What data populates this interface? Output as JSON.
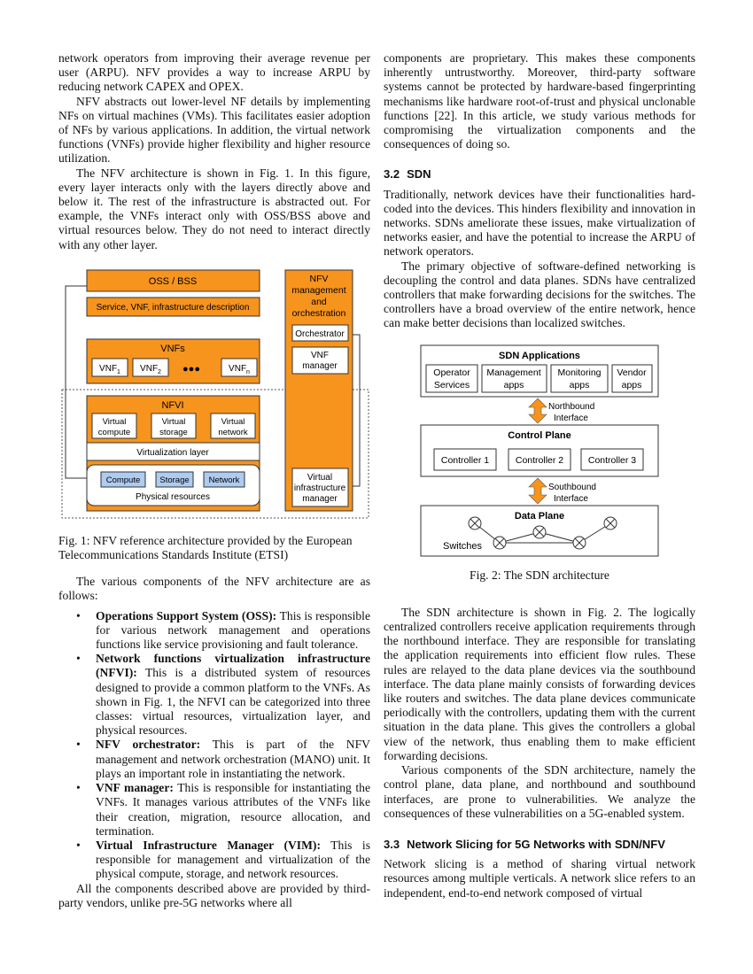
{
  "left": {
    "p1": "network operators from improving their average revenue per user (ARPU). NFV provides a way to increase ARPU by reducing network CAPEX and OPEX.",
    "p2": "NFV abstracts out lower-level NF details by implementing NFs on virtual machines (VMs). This facilitates easier adoption of NFs by various applications. In addition, the virtual network functions (VNFs) provide higher flexibility and higher resource utilization.",
    "p3": "The NFV architecture is shown in Fig. 1. In this figure, every layer interacts only with the layers directly above and below it. The rest of the infrastructure is abstracted out. For example, the VNFs interact only with OSS/BSS above and virtual resources below. They do not need to interact directly with any other layer.",
    "fig1_caption": "Fig. 1: NFV reference architecture provided by the European Telecommunications Standards Institute (ETSI)",
    "p4": "The various components of the NFV architecture are as follows:",
    "bullets": [
      {
        "term": "Operations Support System (OSS):",
        "text": " This is responsible for various network management and operations functions like service provisioning and fault tolerance."
      },
      {
        "term": "Network functions virtualization infrastructure (NFVI):",
        "text": " This is a distributed system of resources designed to provide a common platform to the VNFs. As shown in Fig. 1, the NFVI can be categorized into three classes: virtual resources, virtualization layer, and physical resources."
      },
      {
        "term": "NFV orchestrator:",
        "text": " This is part of the NFV management and network orchestration (MANO) unit. It plays an important role in instantiating the network."
      },
      {
        "term": "VNF manager:",
        "text": " This is responsible for instantiating the VNFs. It manages various attributes of the VNFs like their creation, migration, resource allocation, and termination."
      },
      {
        "term": "Virtual Infrastructure Manager (VIM):",
        "text": " This is responsible for management and virtualization of the physical compute, storage, and network resources."
      }
    ],
    "p5": "All the components described above are provided by third-party vendors, unlike pre-5G networks where all"
  },
  "fig1": {
    "oss_bss": "OSS / BSS",
    "service_desc": "Service, VNF, infrastructure description",
    "nfv_mano": [
      "NFV",
      "management",
      "and",
      "orchestration"
    ],
    "orchestrator": "Orchestrator",
    "vnfs": "VNFs",
    "vnf1": "VNF",
    "vnf1_sub": "1",
    "vnf2": "VNF",
    "vnf2_sub": "2",
    "dots": "●●●",
    "vnfn": "VNF",
    "vnfn_sub": "n",
    "vnf_manager": [
      "VNF",
      "manager"
    ],
    "nfvi": "NFVI",
    "virtual_compute": [
      "Virtual",
      "compute"
    ],
    "virtual_storage": [
      "Virtual",
      "storage"
    ],
    "virtual_network": [
      "Virtual",
      "network"
    ],
    "virt_layer": "Virtualization layer",
    "compute": "Compute",
    "storage": "Storage",
    "network": "Network",
    "physical": "Physical resources",
    "vim": [
      "Virtual",
      "infrastructure",
      "manager"
    ]
  },
  "right": {
    "p1": "components are proprietary. This makes these components inherently untrustworthy. Moreover, third-party software systems cannot be protected by hardware-based fingerprinting mechanisms like hardware root-of-trust and physical unclonable functions [22]. In this article, we study various methods for compromising the virtualization components and the consequences of doing so.",
    "s32_num": "3.2",
    "s32_title": "SDN",
    "p2": "Traditionally, network devices have their functionalities hard-coded into the devices. This hinders flexibility and innovation in networks. SDNs ameliorate these issues, make virtualization of networks easier, and have the potential to increase the ARPU of network operators.",
    "p3": "The primary objective of software-defined networking is decoupling the control and data planes. SDNs have centralized controllers that make forwarding decisions for the switches. The controllers have a broad overview of the entire network, hence can make better decisions than localized switches.",
    "fig2_caption": "Fig. 2: The SDN architecture",
    "p4": "The SDN architecture is shown in Fig. 2. The logically centralized controllers receive application requirements through the northbound interface. They are responsible for translating the application requirements into efficient flow rules. These rules are relayed to the data plane devices via the southbound interface. The data plane mainly consists of forwarding devices like routers and switches. The data plane devices communicate periodically with the controllers, updating them with the current situation in the data plane. This gives the controllers a global view of the network, thus enabling them to make efficient forwarding decisions.",
    "p5": "Various components of the SDN architecture, namely the control plane, data plane, and northbound and southbound interfaces, are prone to vulnerabilities. We analyze the consequences of these vulnerabilities on a 5G-enabled system.",
    "s33_num": "3.3",
    "s33_title": "Network Slicing for 5G Networks with SDN/NFV",
    "p6": "Network slicing is a method of sharing virtual network resources among multiple verticals. A network slice refers to an independent, end-to-end network composed of virtual"
  },
  "fig2": {
    "apps_title": "SDN Applications",
    "app1": [
      "Operator",
      "Services"
    ],
    "app2": [
      "Management",
      "apps"
    ],
    "app3": [
      "Monitoring",
      "apps"
    ],
    "app4": [
      "Vendor",
      "apps"
    ],
    "northbound": [
      "Northbound",
      "Interface"
    ],
    "control_title": "Control Plane",
    "ctrl1": "Controller 1",
    "ctrl2": "Controller 2",
    "ctrl3": "Controller 3",
    "southbound": [
      "Southbound",
      "Interface"
    ],
    "data_title": "Data Plane",
    "switches": "Switches"
  },
  "colors": {
    "orange": "#f7941d",
    "blue": "#aecbf0"
  }
}
